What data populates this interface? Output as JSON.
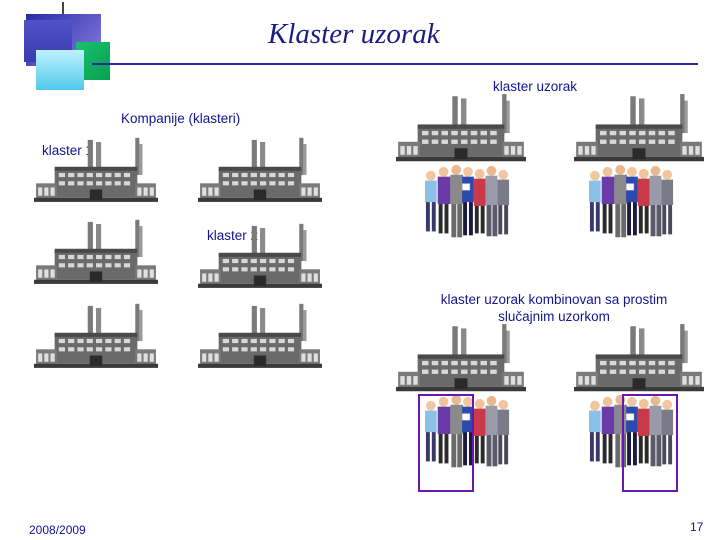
{
  "slide": {
    "title": "Klaster uzorak",
    "footer_date": "2008/2009",
    "page_number": "17"
  },
  "labels": {
    "cluster_sample": "klaster uzorak",
    "companies": "Kompanije (klasteri)",
    "cluster1": "klaster 1",
    "cluster2": "klaster 2",
    "combined_line1": "klaster uzorak kombinovan sa prostim",
    "combined_line2": "slučajnim uzorkom"
  },
  "colors": {
    "title_text": "#1c1c84",
    "label_text": "#141490",
    "title_rule": "#2828a0",
    "selection_box": "#6a16b0"
  },
  "icons": [
    "factory-icon",
    "people-group-icon"
  ]
}
